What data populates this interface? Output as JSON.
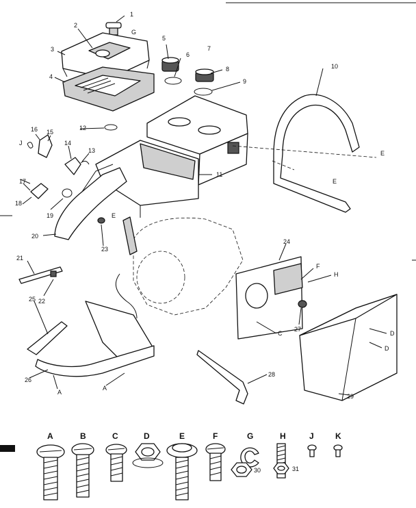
{
  "callouts": [
    "1",
    "G",
    "2",
    "3",
    "4",
    "5",
    "6",
    "7",
    "8",
    "9",
    "10",
    "E",
    "E",
    "12",
    "16",
    "15",
    "14",
    "13",
    "J",
    "11",
    "17",
    "18",
    "19",
    "20",
    "E",
    "23",
    "24",
    "F",
    "H",
    "21",
    "22",
    "25",
    "C",
    "27",
    "D",
    "D",
    "26",
    "A",
    "A",
    "28",
    "29"
  ],
  "hardware_letters": [
    "A",
    "B",
    "C",
    "D",
    "E",
    "F",
    "G",
    "H",
    "J",
    "K"
  ],
  "hardware_numbers": [
    "30",
    "31"
  ],
  "colors": {
    "ink": "#111111",
    "paper": "#ffffff",
    "shade": "#cfcfcf"
  }
}
